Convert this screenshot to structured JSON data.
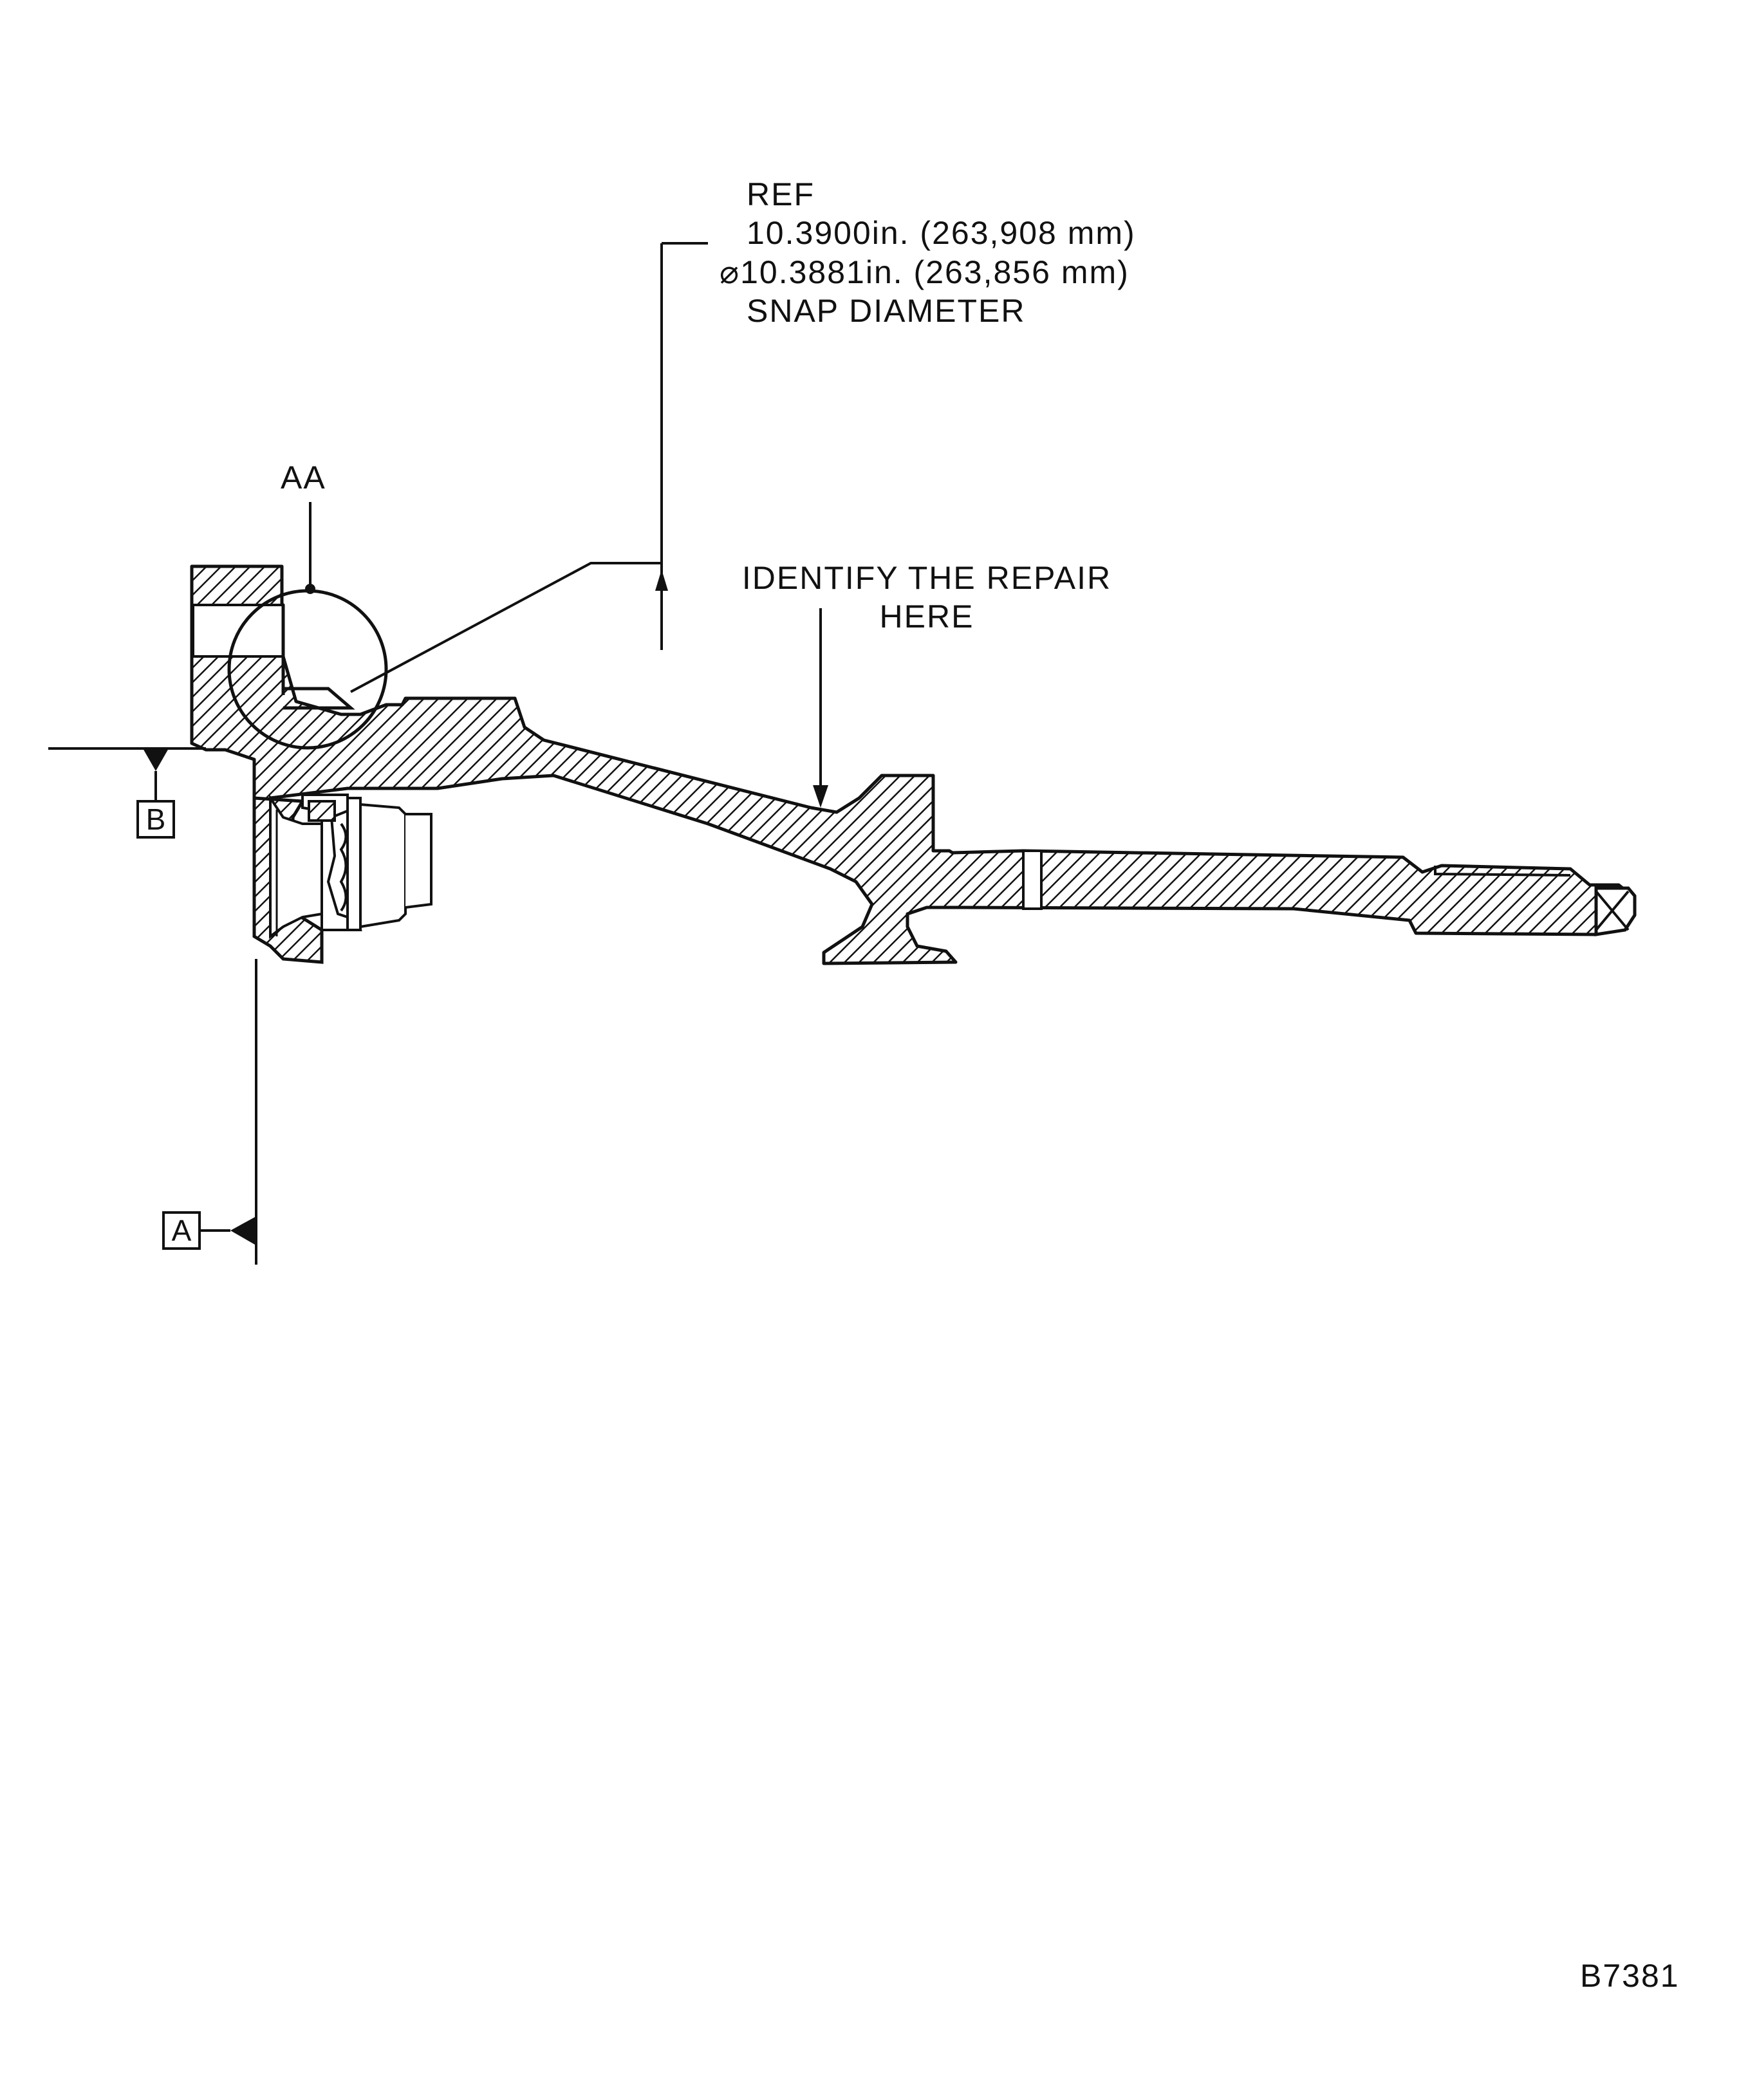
{
  "dimension_note": {
    "line1": "REF",
    "line2": "10.3900in. (263,908 mm)",
    "line3": "⌀10.3881in. (263,856 mm)",
    "line4": "SNAP DIAMETER"
  },
  "detail_label": "AA",
  "repair_note": {
    "line1": "IDENTIFY THE REPAIR",
    "line2": "HERE"
  },
  "datums": {
    "a": "A",
    "b": "B"
  },
  "figure_id": "B7381",
  "colors": {
    "ink": "#111111",
    "paper": "#ffffff"
  }
}
